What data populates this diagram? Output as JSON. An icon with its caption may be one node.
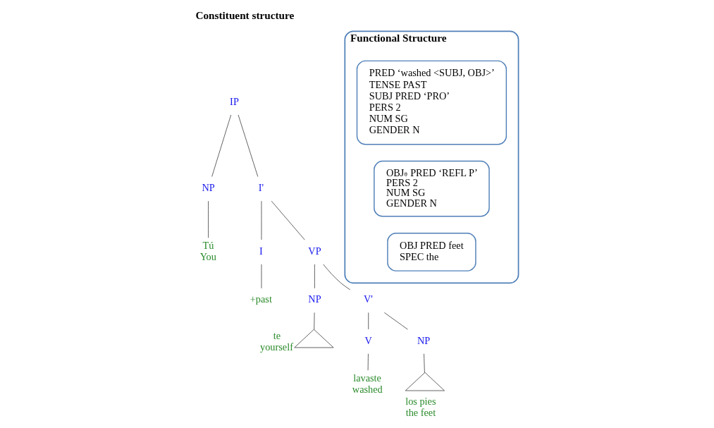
{
  "diagram": {
    "title": "Constituent structure",
    "nodes": [
      {
        "text": [
          "IP"
        ]
      },
      {
        "text": [
          "NP"
        ]
      },
      {
        "text": [
          "I'"
        ]
      },
      {
        "text": [
          "Tú",
          "You"
        ]
      },
      {
        "text": [
          "I"
        ]
      },
      {
        "text": [
          "VP"
        ]
      },
      {
        "text": [
          "+past"
        ]
      },
      {
        "text": [
          "NP"
        ]
      },
      {
        "text": [
          "V'"
        ]
      },
      {
        "text": [],
        "shape": "triangle",
        "beside": [
          "te",
          "yourself"
        ]
      },
      {
        "text": [
          "V"
        ]
      },
      {
        "text": [
          "NP"
        ]
      },
      {
        "text": [
          "lavaste",
          "washed"
        ]
      },
      {
        "text": [],
        "shape": "triangle",
        "beside": [
          "los pies",
          "the feet"
        ]
      },
      {
        "text": [
          "Functional Structure"
        ]
      },
      {
        "text": [
          "PRED ‘washed <SUBJ, OBJ>’",
          "TENSE PAST",
          "SUBJ PRED ‘PRO’",
          "PERS 2",
          "NUM SG",
          "GENDER N"
        ],
        "in": 14
      },
      {
        "text": [
          "OBJ$_{θ}$ PRED ‘REFL P’",
          "PERS 2",
          "NUM SG",
          "GENDER N"
        ],
        "in": 14
      },
      {
        "text": [
          "OBJ PRED feet",
          "SPEC the"
        ],
        "in": 14
      }
    ],
    "edges": [
      {
        "from": 0,
        "to": 1,
        "arrow": "none"
      },
      {
        "from": 0,
        "to": 2,
        "arrow": "none"
      },
      {
        "from": 1,
        "to": 3,
        "arrow": "none"
      },
      {
        "from": 2,
        "to": 4,
        "arrow": "none"
      },
      {
        "from": 2,
        "to": 5,
        "arrow": "none"
      },
      {
        "from": 4,
        "to": 6,
        "arrow": "none"
      },
      {
        "from": 5,
        "to": 7,
        "arrow": "none"
      },
      {
        "from": 5,
        "to": 8,
        "arrow": "none"
      },
      {
        "from": 7,
        "to": 9,
        "arrow": "none"
      },
      {
        "from": 8,
        "to": 10,
        "arrow": "none"
      },
      {
        "from": 8,
        "to": 11,
        "arrow": "none"
      },
      {
        "from": 10,
        "to": 12,
        "arrow": "none"
      },
      {
        "from": 11,
        "to": 13,
        "arrow": "none"
      }
    ]
  }
}
